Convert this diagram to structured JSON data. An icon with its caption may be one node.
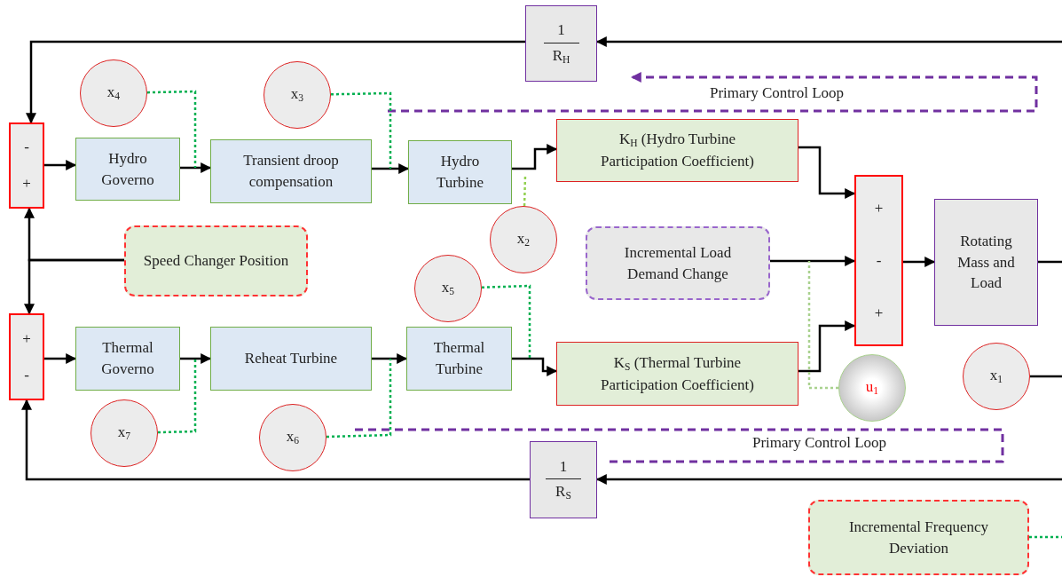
{
  "diagram": {
    "nodes": [
      {
        "text": [
          "-",
          "+"
        ]
      },
      {
        "text": [
          "Hydro Governo"
        ]
      },
      {
        "text": [
          "Transient droop compensation"
        ]
      },
      {
        "text": [
          "Hydro Turbine"
        ]
      },
      {
        "text": [
          "K$_{H}$ (Hydro Turbine Participation Coefficient)"
        ]
      },
      {
        "text": [
          "+",
          "-",
          "+"
        ]
      },
      {
        "text": [
          "Rotating Mass and Load"
        ]
      },
      {
        "text": [
          "1",
          "R$_{H}$"
        ]
      },
      {
        "text": [
          "Speed Changer Position"
        ]
      },
      {
        "text": [
          "Incremental Load Demand Change"
        ]
      },
      {
        "text": [
          "+",
          "-"
        ]
      },
      {
        "text": [
          "Thermal Governo"
        ]
      },
      {
        "text": [
          "Reheat Turbine"
        ]
      },
      {
        "text": [
          "Thermal Turbine"
        ]
      },
      {
        "text": [
          "K$_{S}$ (Thermal Turbine Participation Coefficient)"
        ]
      },
      {
        "text": [
          "1",
          "R$_{S}$"
        ]
      },
      {
        "text": [
          "Incremental Frequency Deviation"
        ]
      },
      {
        "text": [
          "x$_{4}$"
        ]
      },
      {
        "text": [
          "x$_{3}$"
        ]
      },
      {
        "text": [
          "x$_{2}$"
        ]
      },
      {
        "text": [
          "x$_{5}$"
        ]
      },
      {
        "text": [
          "x$_{7}$"
        ]
      },
      {
        "text": [
          "x$_{6}$"
        ]
      },
      {
        "text": [
          "u$_{1}$"
        ]
      },
      {
        "text": [
          "x$_{1}$"
        ]
      }
    ],
    "edges": [
      {
        "from": 0,
        "to": 1,
        "arrow": "to"
      },
      {
        "from": 1,
        "to": 2,
        "arrow": "to"
      },
      {
        "from": 2,
        "to": 3,
        "arrow": "to"
      },
      {
        "from": 3,
        "to": 4,
        "arrow": "to"
      },
      {
        "from": 4,
        "to": 5,
        "arrow": "to"
      },
      {
        "from": 9,
        "to": 5,
        "arrow": "to"
      },
      {
        "from": 14,
        "to": 5,
        "arrow": "to"
      },
      {
        "from": 5,
        "to": 6,
        "arrow": "to"
      },
      {
        "from": 6,
        "to": null,
        "arrow": "none"
      },
      {
        "from": null,
        "to": 7,
        "arrow": "to"
      },
      {
        "from": 7,
        "to": 0,
        "arrow": "to"
      },
      {
        "from": 8,
        "to": 0,
        "arrow": "to"
      },
      {
        "from": 8,
        "to": 10,
        "arrow": "to"
      },
      {
        "from": 10,
        "to": 11,
        "arrow": "to"
      },
      {
        "from": 11,
        "to": 12,
        "arrow": "to"
      },
      {
        "from": 12,
        "to": 13,
        "arrow": "to"
      },
      {
        "from": 13,
        "to": 14,
        "arrow": "to"
      },
      {
        "from": null,
        "to": 15,
        "arrow": "to"
      },
      {
        "from": 15,
        "to": 10,
        "arrow": "to"
      },
      {
        "from": 24,
        "to": null,
        "arrow": "none"
      },
      {
        "from": 16,
        "to": null,
        "arrow": "none",
        "style": "dashed",
        "color": "#00b050"
      },
      {
        "from": 17,
        "to": null,
        "arrow": "none",
        "style": "dashed",
        "color": "#00b050"
      },
      {
        "from": 18,
        "to": null,
        "arrow": "none",
        "style": "dashed",
        "color": "#00b050"
      },
      {
        "from": 19,
        "to": null,
        "arrow": "none",
        "style": "dashed",
        "color": "#92d050"
      },
      {
        "from": 20,
        "to": null,
        "arrow": "none",
        "style": "dashed",
        "color": "#00b050"
      },
      {
        "from": 21,
        "to": null,
        "arrow": "none",
        "style": "dashed",
        "color": "#00b050"
      },
      {
        "from": 22,
        "to": null,
        "arrow": "none",
        "style": "dashed",
        "color": "#00b050"
      },
      {
        "from": 23,
        "to": null,
        "arrow": "none",
        "style": "dashed",
        "color": "#a9d18e"
      }
    ],
    "labels": [
      "Primary Control Loop",
      "Primary Control Loop"
    ]
  }
}
